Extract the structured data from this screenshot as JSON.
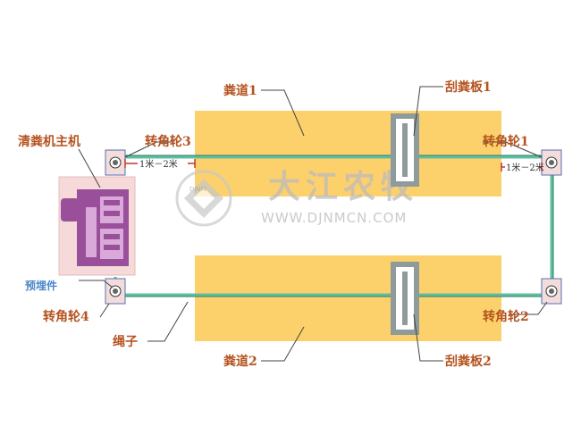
{
  "labels": {
    "channel1": "粪道1",
    "channel2": "粪道2",
    "scraper1": "刮粪板1",
    "scraper2": "刮粪板2",
    "pulley1": "转角轮1",
    "pulley2": "转角轮2",
    "pulley3": "转角轮3",
    "pulley4": "转角轮4",
    "main_unit": "清粪机主机",
    "embedded": "预埋件",
    "rope": "绳子",
    "dist_left": "1米－2米",
    "dist_right": "1米－2米"
  },
  "watermark": {
    "brand_cn": "大江农牧",
    "url": "WWW.DJNMCN.COM",
    "logo_text": "DJNM"
  },
  "colors": {
    "channel": "#fcd06b",
    "rope": "#5fbf9f",
    "scraper": "#8f9b9b",
    "label": "#b5531f",
    "embedded_label": "#4a86c8",
    "machine": "#9a4f9a",
    "machine_bg": "#f6d9d9"
  }
}
